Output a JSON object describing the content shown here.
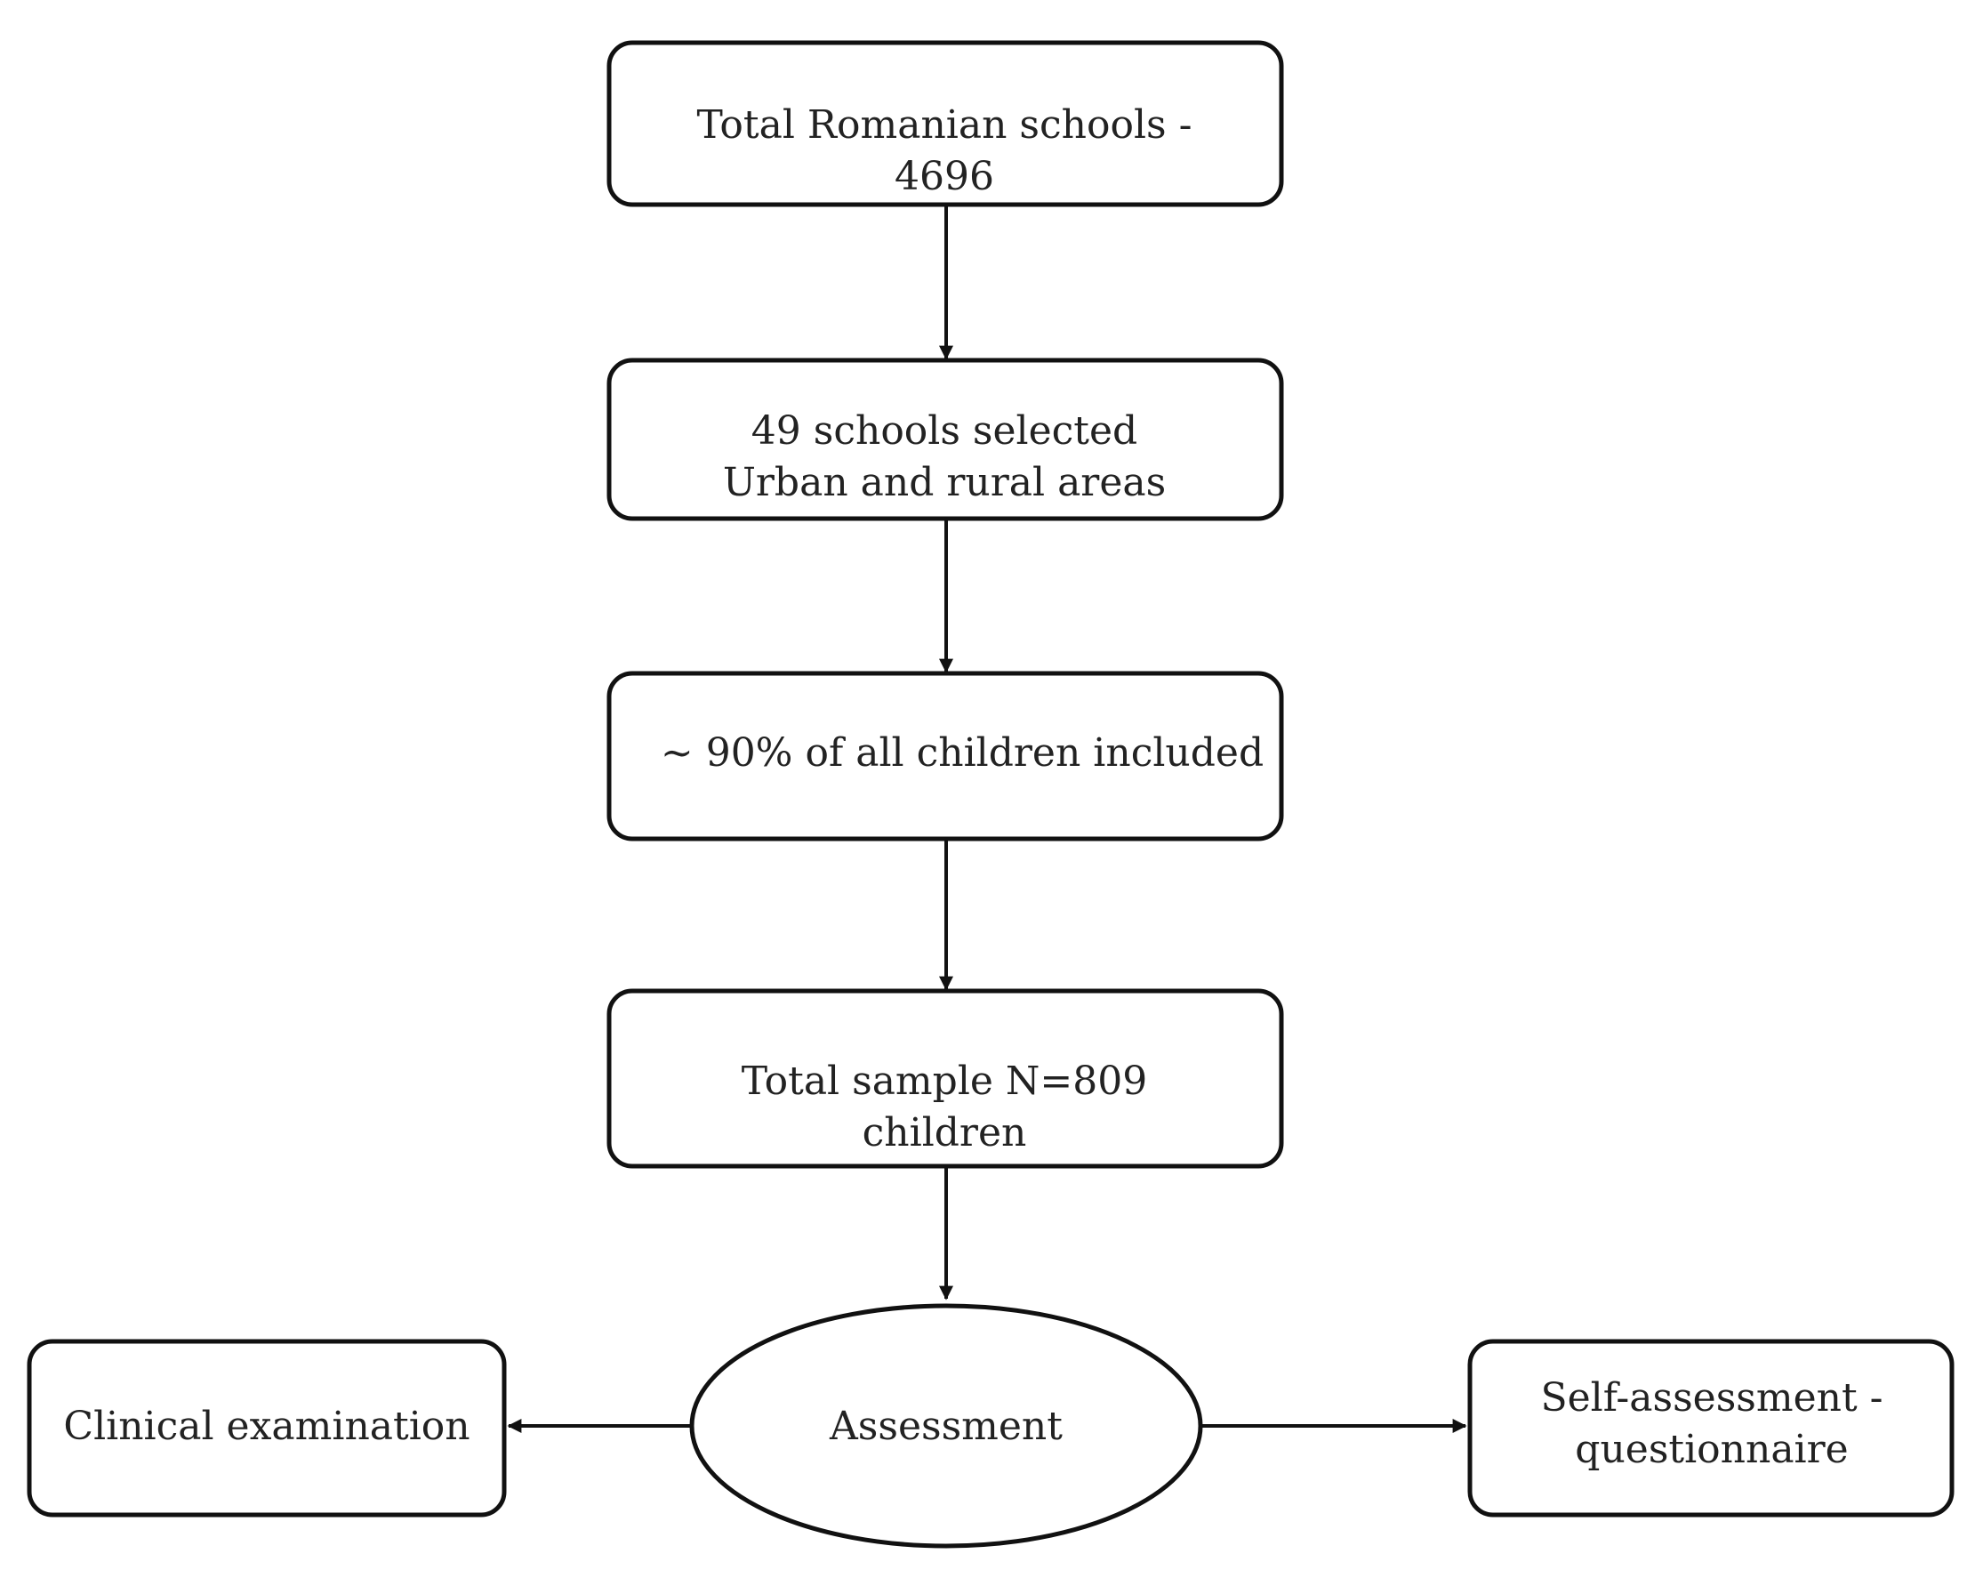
{
  "flowchart": {
    "nodes": [
      {
        "id": "total-schools",
        "lines": [
          "Total Romanian schools -",
          "4696"
        ]
      },
      {
        "id": "schools-selected",
        "lines": [
          "49 schools selected",
          "Urban and rural areas"
        ]
      },
      {
        "id": "children-included",
        "lines": [
          "~ 90% of all children included"
        ]
      },
      {
        "id": "total-sample",
        "lines": [
          "Total sample N=809",
          "children"
        ]
      },
      {
        "id": "assessment",
        "lines": [
          "Assessment"
        ]
      },
      {
        "id": "clinical-examination",
        "lines": [
          "Clinical examination"
        ]
      },
      {
        "id": "self-assessment",
        "lines": [
          "Self-assessment  -",
          "questionnaire"
        ]
      }
    ],
    "edges": [
      {
        "from": "total-schools",
        "to": "schools-selected"
      },
      {
        "from": "schools-selected",
        "to": "children-included"
      },
      {
        "from": "children-included",
        "to": "total-sample"
      },
      {
        "from": "total-sample",
        "to": "assessment"
      },
      {
        "from": "assessment",
        "to": "clinical-examination"
      },
      {
        "from": "assessment",
        "to": "self-assessment"
      }
    ]
  }
}
